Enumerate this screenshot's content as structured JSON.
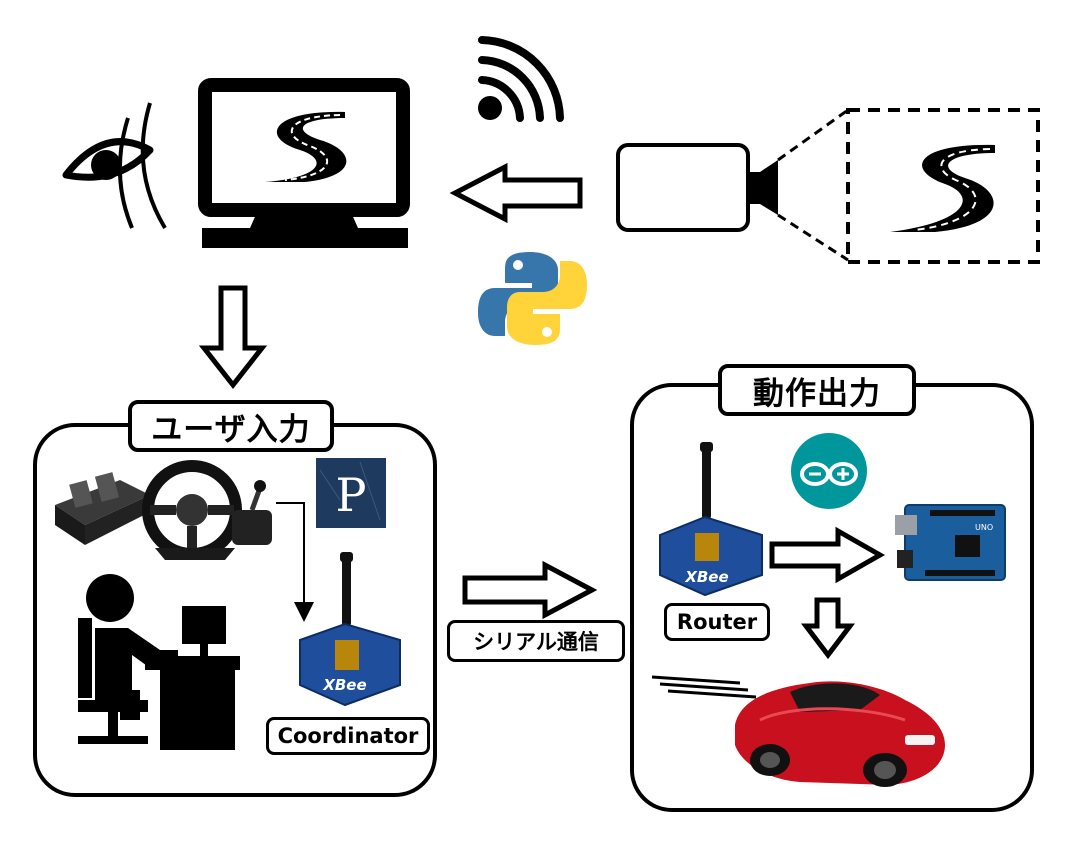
{
  "labels": {
    "user_input": "ユーザ入力",
    "action_output": "動作出力",
    "serial_comm": "シリアル通信",
    "coordinator": "Coordinator",
    "router": "Router",
    "app_letter": "P",
    "xbee_brand": "XBee"
  },
  "icons": {
    "eye": "eye-icon",
    "monitor": "monitor-icon",
    "wifi": "wifi-icon",
    "camera": "camera-icon",
    "python": "python-logo",
    "arduino": "arduino-logo",
    "steering_wheel": "steering-wheel-icon",
    "pedals": "pedals-icon",
    "person_at_desk": "person-at-desk-icon",
    "app": "p-app-icon",
    "xbee_module": "xbee-module",
    "arduino_board": "arduino-uno-board",
    "rc_car": "rc-car"
  },
  "colors": {
    "python_blue": "#3776ab",
    "python_yellow": "#ffd43b",
    "arduino_teal": "#00979c",
    "xbee_blue": "#1f4e9c",
    "board_blue": "#1b5e9e",
    "car_red": "#c8101e",
    "app_navy": "#1e3a5f"
  }
}
